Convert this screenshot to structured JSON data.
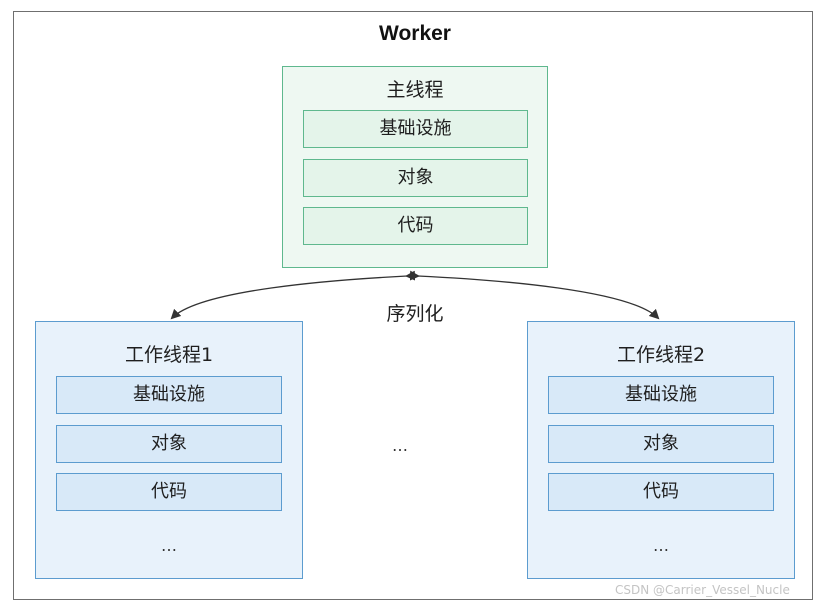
{
  "diagram": {
    "title": "Worker",
    "connector_label": "序列化",
    "middle_ellipsis": "…",
    "main_thread": {
      "title": "主线程",
      "items": [
        "基础设施",
        "对象",
        "代码"
      ]
    },
    "worker_threads": [
      {
        "title": "工作线程1",
        "items": [
          "基础设施",
          "对象",
          "代码"
        ],
        "ellipsis": "…"
      },
      {
        "title": "工作线程2",
        "items": [
          "基础设施",
          "对象",
          "代码"
        ],
        "ellipsis": "…"
      }
    ]
  },
  "colors": {
    "main_border": "#5fb88e",
    "main_fill": "#eef8f2",
    "worker_border": "#5c9ccf",
    "worker_fill": "#e8f2fb",
    "arrow": "#333333"
  },
  "watermark": "CSDN @Carrier_Vessel_Nucle"
}
